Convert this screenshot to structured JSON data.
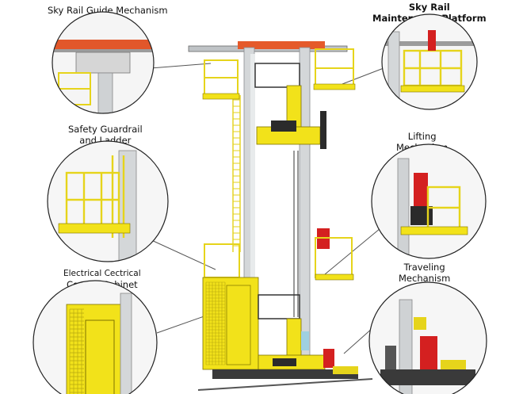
{
  "labels": {
    "sky_rail_guide": {
      "lines": [
        "Sky Rail Guide Mechanism"
      ]
    },
    "sky_rail_platform": {
      "lines": [
        "Sky Rail",
        "Maintenance Platform"
      ]
    },
    "guardrail_ladder": {
      "lines": [
        "Safety Guardrail",
        "and Ladder"
      ]
    },
    "lifting": {
      "lines": [
        "Lifting",
        "Mechanism"
      ]
    },
    "control_cabinet": {
      "lines": [
        "Electrical Cectrical",
        "Control Cabinet"
      ]
    },
    "traveling": {
      "lines": [
        "Traveling",
        "Mechanism"
      ]
    }
  },
  "colors": {
    "machine_yellow": "#f2e21a",
    "mast_grey": "#cfd2d4",
    "dark_steel": "#3a3a3a",
    "motor_red": "#d42020",
    "callout_line": "#555555"
  }
}
